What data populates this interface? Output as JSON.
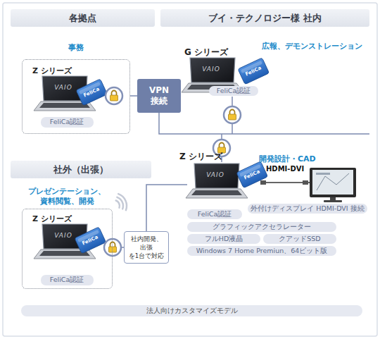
{
  "diagram": {
    "nodes": [
      {
        "text": [
          "各拠点"
        ]
      },
      {
        "text": [
          "ブイ・テクノロジー様 社内"
        ]
      },
      {
        "text": [
          "事務",
          "Z シリーズ"
        ]
      },
      {
        "text": [
          "FeliCa認証"
        ],
        "in": 2
      },
      {
        "text": [
          "VPN 接続"
        ]
      },
      {
        "text": [
          "FeliCa認証"
        ]
      },
      {
        "text": [
          "社外（出張）"
        ]
      },
      {
        "text": [
          "プレゼンテーション、 資料閲覧、開発",
          "Z シリーズ"
        ]
      },
      {
        "text": [
          "FeliCa認証"
        ],
        "in": 7
      },
      {
        "text": [
          "社内開発、出張 を1台で対応"
        ]
      },
      {
        "text": [
          "外付けディスプレイ HDMI-DVI 接続"
        ]
      },
      {
        "text": [
          "FeliCa認証"
        ]
      },
      {
        "text": [
          "グラフィックアクセラレーター"
        ]
      },
      {
        "text": [
          "フルHD液晶"
        ]
      },
      {
        "text": [
          "クアッドSSD"
        ]
      },
      {
        "text": [
          "Windows 7 Home Premiun、64ビット版"
        ]
      },
      {
        "text": [
          "法人向けカスタマイズモデル"
        ]
      }
    ],
    "edges": [
      {
        "from": 2,
        "to": 4,
        "arrow": "none"
      },
      {
        "from": 7,
        "to": 9,
        "arrow": "none"
      }
    ],
    "labels": [
      "G シリーズ",
      "広報、デモンストレーション",
      "Z シリーズ",
      "開発設計・CAD",
      "HDMI-DVI",
      "VAIO",
      "VAIO",
      "VAIO",
      "VAIO",
      "FeliCa",
      "FeliCa",
      "FeliCa",
      "FeliCa"
    ]
  }
}
